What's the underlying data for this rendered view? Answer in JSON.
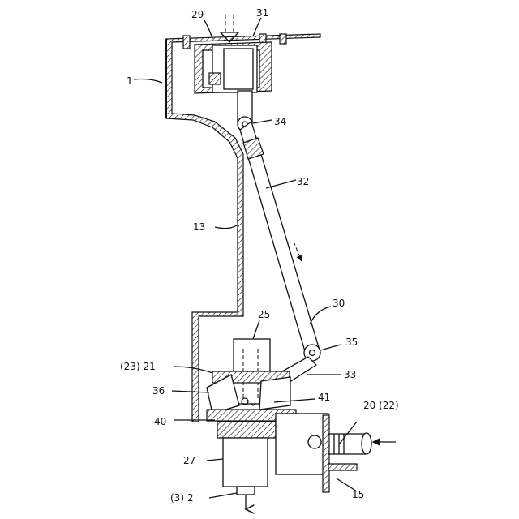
{
  "labels": {
    "n29": "29",
    "n31": "31",
    "n1": "1",
    "n34": "34",
    "n32": "32",
    "n13": "13",
    "n30": "30",
    "n25": "25",
    "n35": "35",
    "n23_21": "(23) 21",
    "n33": "33",
    "n36": "36",
    "n41": "41",
    "n20_22": "20 (22)",
    "n40": "40",
    "n27": "27",
    "n15": "15",
    "n3_2": "(3) 2"
  }
}
